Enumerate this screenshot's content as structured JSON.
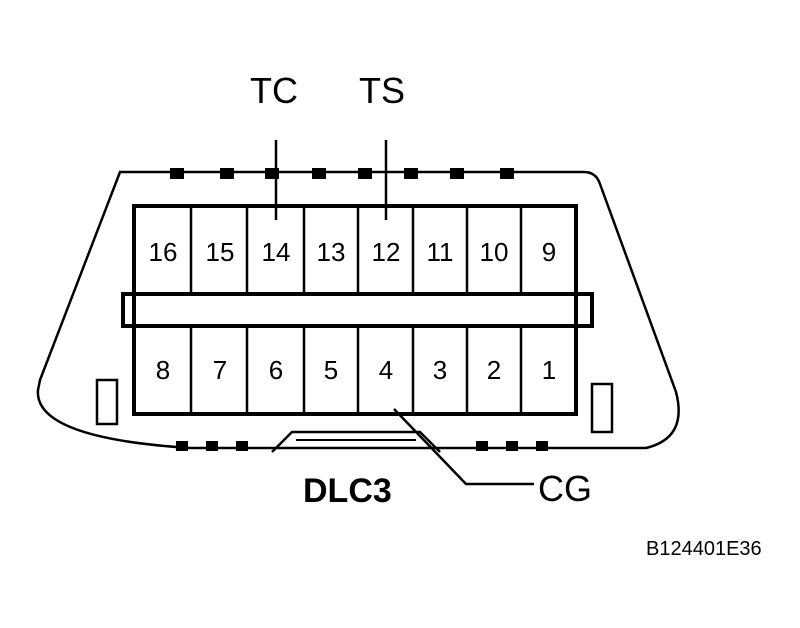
{
  "diagram": {
    "title": "DLC3",
    "figure_code": "B124401E36",
    "pins_top": [
      "16",
      "15",
      "14",
      "13",
      "12",
      "11",
      "10",
      "9"
    ],
    "pins_bottom": [
      "8",
      "7",
      "6",
      "5",
      "4",
      "3",
      "2",
      "1"
    ],
    "callouts": {
      "tc": "TC",
      "ts": "TS",
      "cg": "CG"
    }
  }
}
